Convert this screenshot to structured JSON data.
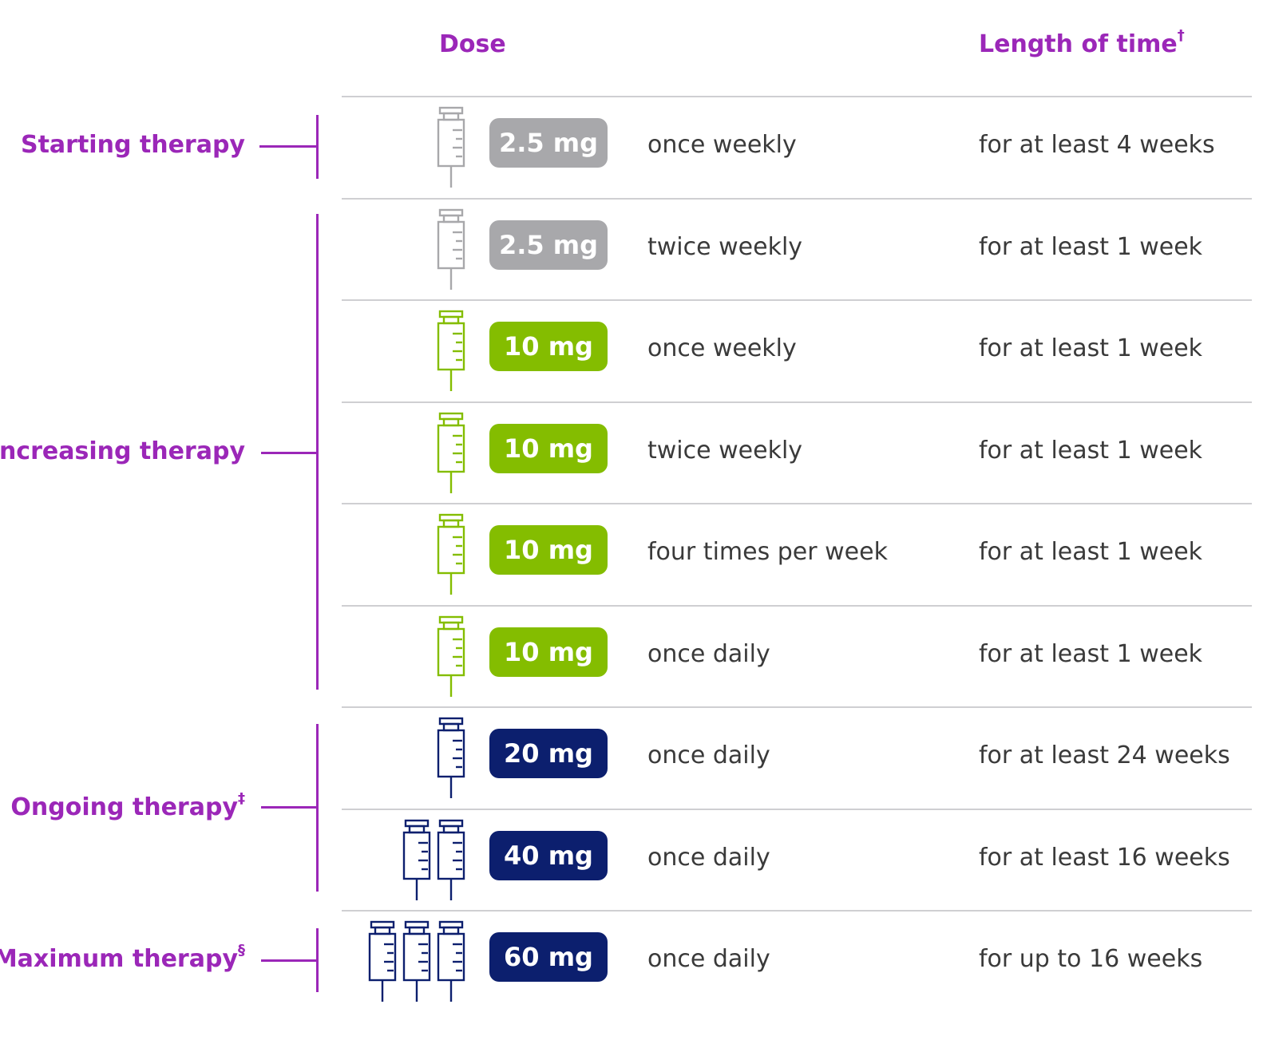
{
  "header": {
    "dose_label": "Dose",
    "length_label": "Length of time",
    "length_mark": "†"
  },
  "colors": {
    "accent": "#9b27b8",
    "gray": "#a8a8ab",
    "green": "#84bd00",
    "navy": "#0c1f6e",
    "rule": "#cfcfd2",
    "text": "#3a3a3a"
  },
  "phases": [
    {
      "label": "Starting therapy",
      "mark": ""
    },
    {
      "label": "Increasing therapy",
      "mark": ""
    },
    {
      "label": "Ongoing therapy",
      "mark": "‡"
    },
    {
      "label": "Maximum therapy",
      "mark": "§"
    }
  ],
  "rows": [
    {
      "dose": "2.5 mg",
      "frequency": "once weekly",
      "length": "for at least 4 weeks",
      "color": "gray",
      "syringe_count": 1,
      "icon": "syringe-icon"
    },
    {
      "dose": "2.5 mg",
      "frequency": "twice weekly",
      "length": "for at least 1 week",
      "color": "gray",
      "syringe_count": 1,
      "icon": "syringe-icon"
    },
    {
      "dose": "10 mg",
      "frequency": "once weekly",
      "length": "for at least 1 week",
      "color": "green",
      "syringe_count": 1,
      "icon": "syringe-icon"
    },
    {
      "dose": "10 mg",
      "frequency": "twice weekly",
      "length": "for at least 1 week",
      "color": "green",
      "syringe_count": 1,
      "icon": "syringe-icon"
    },
    {
      "dose": "10 mg",
      "frequency": "four times per week",
      "length": "for at least 1 week",
      "color": "green",
      "syringe_count": 1,
      "icon": "syringe-icon"
    },
    {
      "dose": "10 mg",
      "frequency": "once daily",
      "length": "for at least 1 week",
      "color": "green",
      "syringe_count": 1,
      "icon": "syringe-icon"
    },
    {
      "dose": "20 mg",
      "frequency": "once daily",
      "length": "for at least 24 weeks",
      "color": "navy",
      "syringe_count": 1,
      "icon": "syringe-icon"
    },
    {
      "dose": "40 mg",
      "frequency": "once daily",
      "length": "for at least 16 weeks",
      "color": "navy",
      "syringe_count": 2,
      "icon": "syringe-icon"
    },
    {
      "dose": "60 mg",
      "frequency": "once daily",
      "length": "for up to 16 weeks",
      "color": "navy",
      "syringe_count": 3,
      "icon": "syringe-icon"
    }
  ]
}
